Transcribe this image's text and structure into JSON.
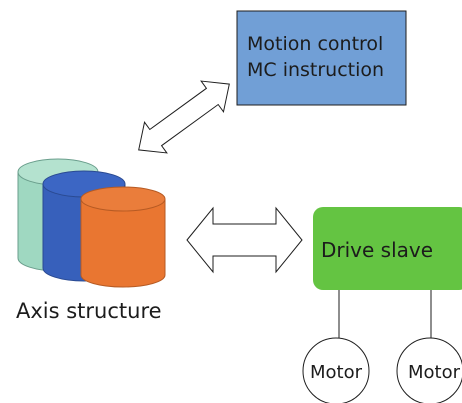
{
  "nodes": {
    "motion_control": {
      "line1": "Motion control",
      "line2": "MC instruction",
      "fill": "#719fd6"
    },
    "axis_structure": {
      "label": "Axis structure",
      "colors": {
        "back": "#9fd8c1",
        "middle": "#3760bb",
        "front": "#e97631"
      }
    },
    "drive_slave": {
      "label": "Drive slave",
      "fill": "#64c442"
    },
    "motor_1": {
      "label": "Motor"
    },
    "motor_2": {
      "label": "Motor"
    }
  },
  "arrows": {
    "diagonal": "double-headed",
    "horizontal": "double-headed"
  }
}
